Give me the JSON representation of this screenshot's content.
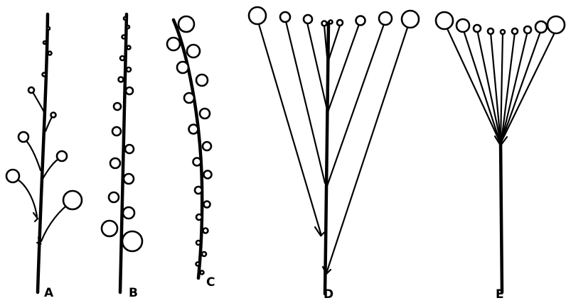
{
  "colors": {
    "ink": "#000000",
    "paper": "#ffffff"
  },
  "panels": [
    {
      "id": "A",
      "label": "A"
    },
    {
      "id": "B",
      "label": "B"
    },
    {
      "id": "C",
      "label": "C"
    },
    {
      "id": "D",
      "label": "D"
    },
    {
      "id": "E",
      "label": "E"
    }
  ]
}
